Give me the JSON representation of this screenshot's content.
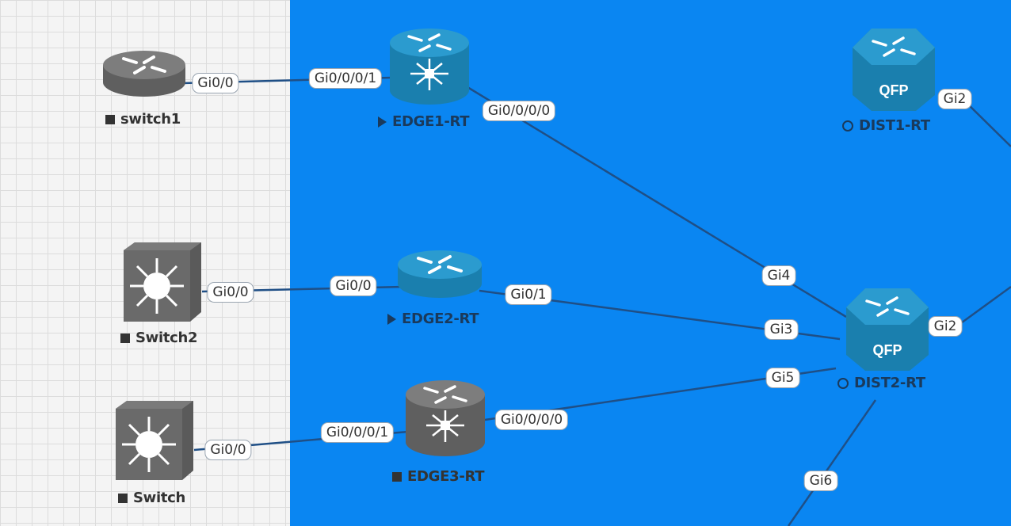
{
  "colors": {
    "selection": "#0a86f2",
    "link": "#1f4f86",
    "router_blue": "#1e8cbc",
    "router_gray": "#6a6a6a",
    "label_dark": "#333333",
    "label_on_blue": "#1a3a5c"
  },
  "devices": [
    {
      "id": "switch1",
      "label": "switch1",
      "status": "stopped",
      "icon": "router-gray-icon"
    },
    {
      "id": "edge1",
      "label": "EDGE1-RT",
      "status": "running",
      "icon": "router-switch-blue-icon"
    },
    {
      "id": "dist1",
      "label": "DIST1-RT",
      "status": "starting",
      "icon": "qfp-router-icon",
      "badge": "QFP"
    },
    {
      "id": "switch2",
      "label": "Switch2",
      "status": "stopped",
      "icon": "layer3-switch-icon"
    },
    {
      "id": "edge2",
      "label": "EDGE2-RT",
      "status": "running",
      "icon": "router-blue-icon"
    },
    {
      "id": "dist2",
      "label": "DIST2-RT",
      "status": "starting",
      "icon": "qfp-router-icon",
      "badge": "QFP"
    },
    {
      "id": "switch",
      "label": "Switch",
      "status": "stopped",
      "icon": "layer3-switch-icon"
    },
    {
      "id": "edge3",
      "label": "EDGE3-RT",
      "status": "stopped",
      "icon": "router-switch-gray-icon"
    }
  ],
  "interfaces": {
    "switch1_gi0_0": "Gi0/0",
    "edge1_gi0_0_0_1": "Gi0/0/0/1",
    "edge1_gi0_0_0_0": "Gi0/0/0/0",
    "dist1_gi2": "Gi2",
    "switch2_gi0_0": "Gi0/0",
    "edge2_gi0_0": "Gi0/0",
    "edge2_gi0_1": "Gi0/1",
    "dist2_gi4": "Gi4",
    "dist2_gi3": "Gi3",
    "dist2_gi5": "Gi5",
    "dist2_gi2": "Gi2",
    "dist2_gi6": "Gi6",
    "switch_gi0_0": "Gi0/0",
    "edge3_gi0_0_0_1": "Gi0/0/0/1",
    "edge3_gi0_0_0_0": "Gi0/0/0/0"
  }
}
